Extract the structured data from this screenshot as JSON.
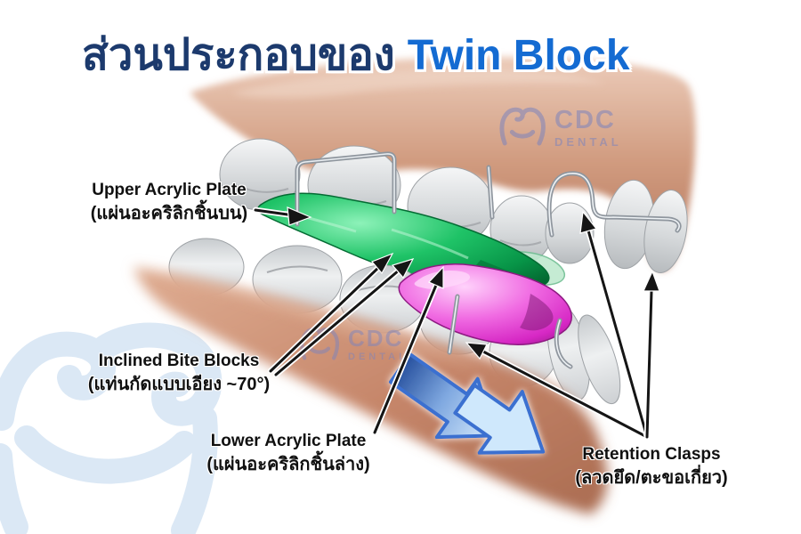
{
  "title": {
    "thai_text": "ส่วนประกอบของ",
    "highlight_text": "Twin Block",
    "thai_color": "#1c3a6d",
    "highlight_color": "#146bd2"
  },
  "labels": {
    "upper_acrylic_plate": {
      "en": "Upper Acrylic Plate",
      "th": "(แผ่นอะคริลิกชิ้นบน)"
    },
    "inclined_bite_blocks": {
      "en": "Inclined Bite Blocks",
      "th": "(แท่นกัดแบบเอียง ~70°)"
    },
    "lower_acrylic_plate": {
      "en": "Lower Acrylic Plate",
      "th": "(แผ่นอะคริลิกชิ้นล่าง)"
    },
    "retention_clasps": {
      "en": "Retention Clasps",
      "th": "(ลวดยึด/ตะขอเกี่ยว)"
    }
  },
  "watermark": {
    "brand": "CDC",
    "sub": "DENTAL"
  },
  "illustration_colors": {
    "upper_plate_green": "#0ca24e",
    "lower_plate_pink": "#e33ed0",
    "gum_salmon": "#c68b71",
    "teeth_gray": "#d9dcdf",
    "wire_silver": "#9aa0a8",
    "advance_arrow_fill": "#cfe8fc",
    "advance_arrow_stroke": "#3b6fd0",
    "tooth_watermark_blue": "#dbe8f5"
  }
}
